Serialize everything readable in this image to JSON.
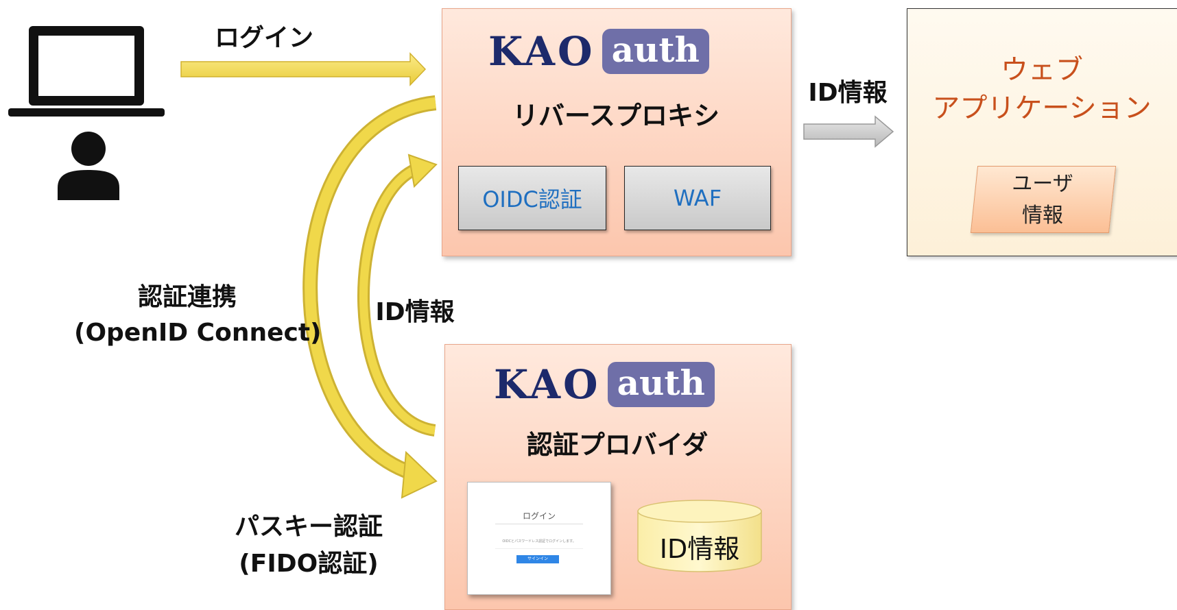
{
  "user_side": {
    "login_label": "ログイン"
  },
  "reverse_proxy": {
    "logo_kao": "KAO",
    "logo_auth": "auth",
    "title": "リバースプロキシ",
    "modules": [
      "OIDC認証",
      "WAF"
    ]
  },
  "arrow_to_app_label": "ID情報",
  "web_app": {
    "title_line1": "ウェブ",
    "title_line2": "アプリケーション",
    "user_info_line1": "ユーザ",
    "user_info_line2": "情報"
  },
  "federation": {
    "line1": "認証連携",
    "line2": "(OpenID Connect)"
  },
  "return_arrow_label": "ID情報",
  "passkey": {
    "line1": "パスキー認証",
    "line2": "(FIDO認証)"
  },
  "auth_provider": {
    "logo_kao": "KAO",
    "logo_auth": "auth",
    "title": "認証プロバイダ",
    "login_screen": {
      "title": "ログイン",
      "message": "OIDCとパスワードレス認証でログインします。",
      "button": "サインイン"
    },
    "db_label": "ID情報"
  },
  "colors": {
    "kao_box": "#fcc6ad",
    "yellow_arrow": "#f4dc55",
    "gray_arrow": "#cccccc",
    "app_title": "#c8501c",
    "module_text": "#1f6fc0",
    "logo_navy": "#1d2a6b",
    "logo_badge": "#6f6fa8"
  },
  "icons": [
    "laptop-icon",
    "user-icon"
  ]
}
